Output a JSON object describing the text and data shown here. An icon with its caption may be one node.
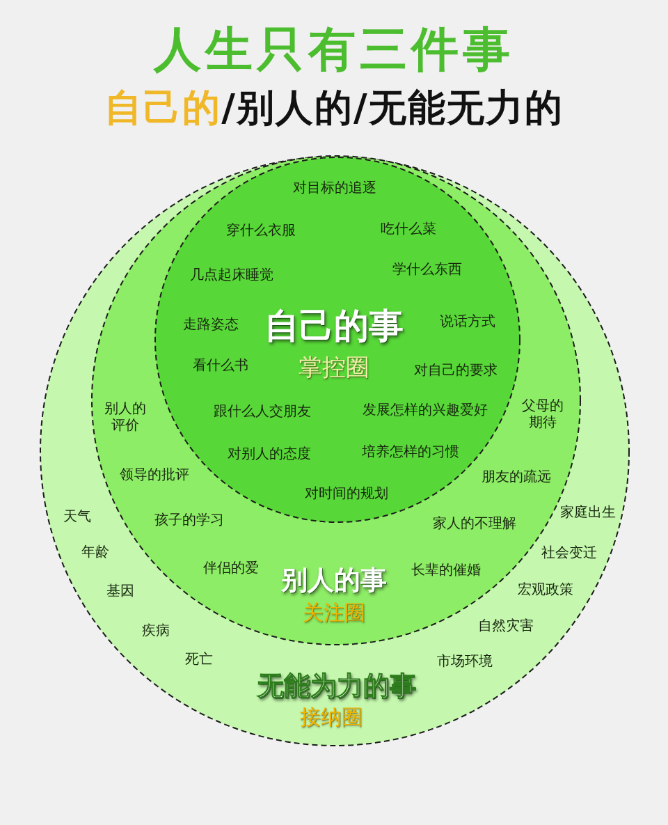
{
  "diagram": {
    "title": "人生只有三件事",
    "nodes": [
      {
        "text": [
          "天气",
          "家庭出生",
          "年龄",
          "社会变迁",
          "基因",
          "宏观政策",
          "疾病",
          "自然灾害",
          "死亡",
          "市场环境",
          "无能为力的事",
          "接纳圈"
        ]
      },
      {
        "text": [
          "别人的评价",
          "父母的期待",
          "领导的批评",
          "朋友的疏远",
          "孩子的学习",
          "家人的不理解",
          "伴侣的爱",
          "别人的事",
          "长辈的催婚",
          "关注圈"
        ],
        "in": 0
      },
      {
        "text": [
          "对目标的追逐",
          "穿什么衣服",
          "吃什么菜",
          "几点起床睡觉",
          "学什么东西",
          "走路姿态",
          "自己的事",
          "说话方式",
          "看什么书",
          "掌控圈",
          "对自己的要求",
          "跟什么人交朋友",
          "发展怎样的兴趣爱好",
          "对别人的态度",
          "培养怎样的习惯",
          "对时间的规划"
        ],
        "in": 1
      }
    ],
    "labels": [
      "自己的",
      "/别人的/无能无力的"
    ]
  }
}
